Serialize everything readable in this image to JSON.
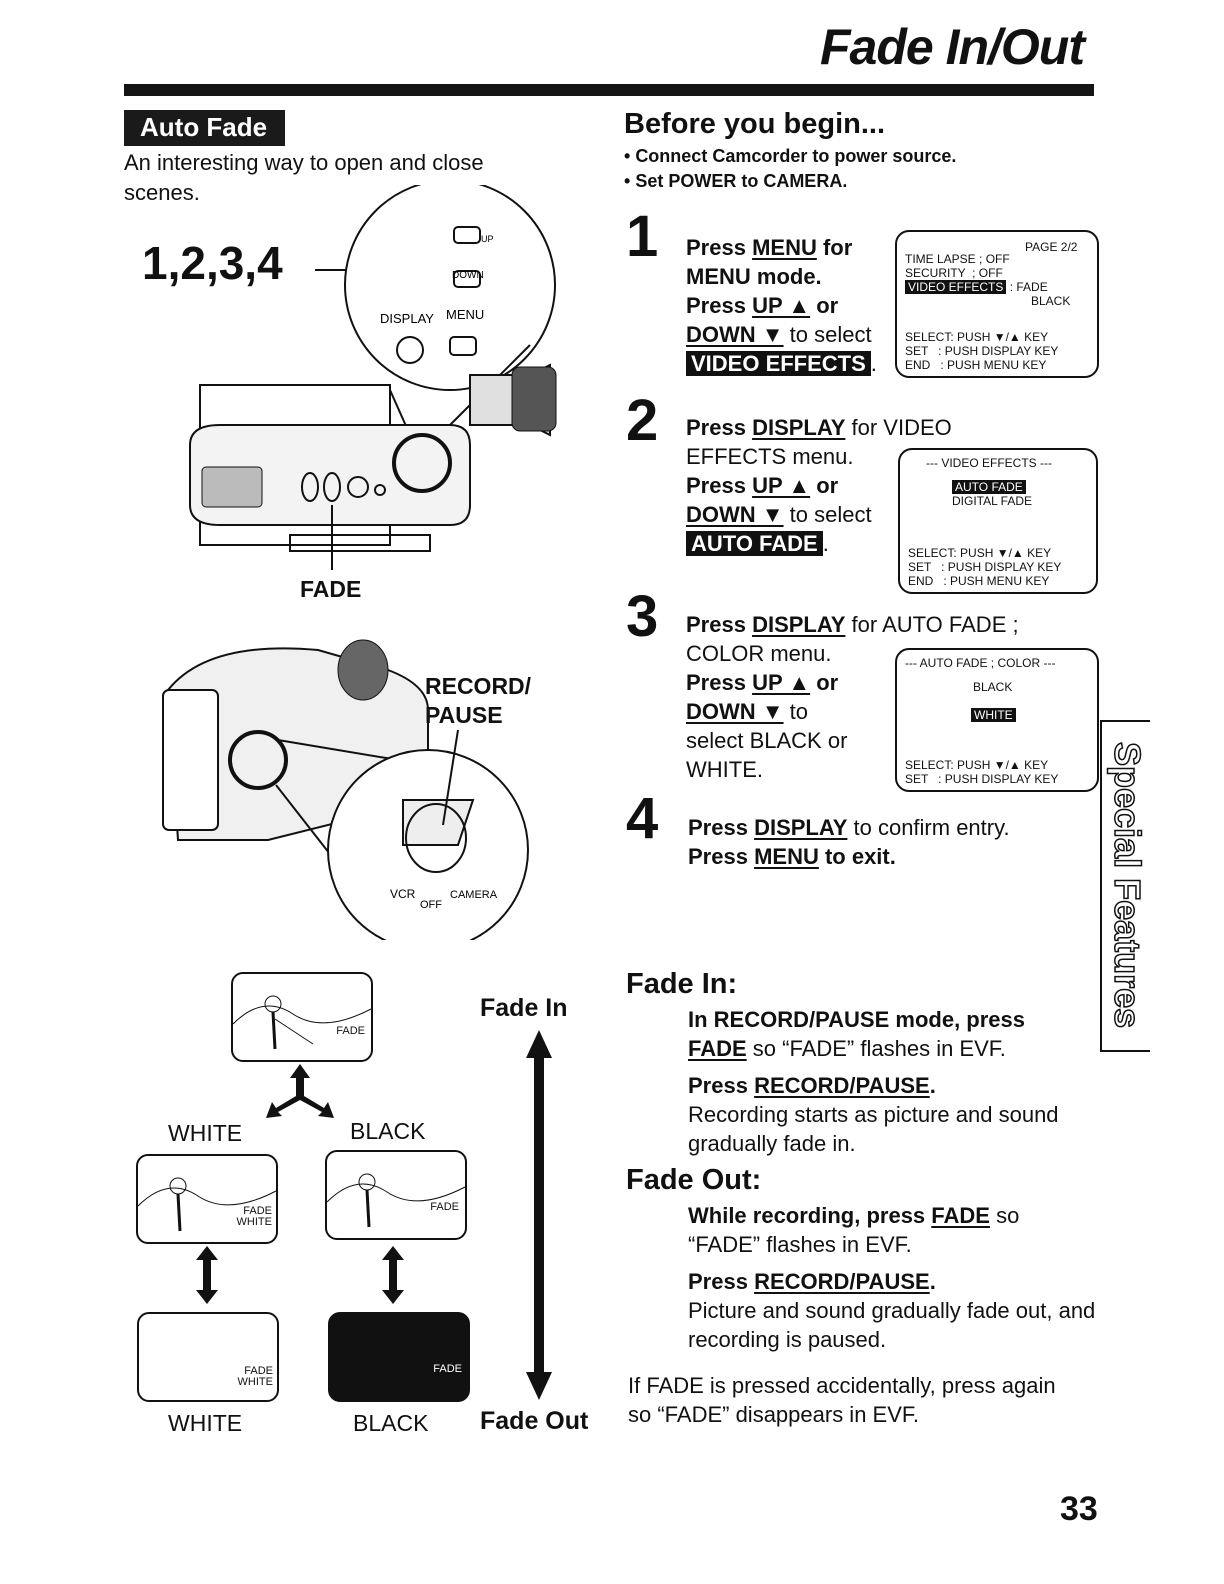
{
  "title": "Fade In/Out",
  "auto_fade": {
    "tag": "Auto Fade",
    "intro": "An interesting way to open and close scenes.",
    "steps_label": "1,2,3,4",
    "fade_label": "FADE",
    "record_pause_label_1": "RECORD/",
    "record_pause_label_2": "PAUSE",
    "camera_buttons": {
      "up": "UP",
      "down": "DOWN",
      "display": "DISPLAY",
      "menu": "MENU"
    },
    "switch_labels": {
      "vcr": "VCR",
      "off": "OFF",
      "camera": "CAMERA"
    }
  },
  "before": {
    "heading": "Before you begin...",
    "bullets": [
      "Connect Camcorder to power source.",
      "Set POWER to CAMERA."
    ]
  },
  "steps": [
    {
      "num": "1",
      "menu_screen": [
        "PAGE 2/2",
        "TIME LAPSE ; OFF",
        "SECURITY  ; OFF",
        "VIDEO EFFECTS",
        ": FADE",
        "BLACK",
        "SELECT: PUSH ▼/▲ KEY",
        "SET   : PUSH DISPLAY KEY",
        "END   : PUSH MENU KEY"
      ]
    },
    {
      "num": "2",
      "menu_screen": [
        "--- VIDEO EFFECTS ---",
        "AUTO FADE",
        "DIGITAL FADE",
        "SELECT: PUSH ▼/▲ KEY",
        "SET   : PUSH DISPLAY KEY",
        "END   : PUSH MENU KEY"
      ]
    },
    {
      "num": "3",
      "menu_screen": [
        "--- AUTO FADE ; COLOR ---",
        "BLACK",
        "WHITE",
        "SELECT: PUSH ▼/▲ KEY",
        "SET   : PUSH DISPLAY KEY"
      ]
    },
    {
      "num": "4"
    }
  ],
  "step_text": {
    "s1": [
      "Press ",
      "MENU",
      " for",
      "MENU mode.",
      "Press ",
      "UP ▲",
      " or",
      "DOWN ▼",
      " to select",
      "VIDEO EFFECTS",
      "."
    ],
    "s2": [
      "Press ",
      "DISPLAY",
      " for VIDEO",
      "EFFECTS menu.",
      "Press ",
      "UP ▲",
      " or",
      "DOWN ▼",
      " to select",
      "AUTO FADE",
      "."
    ],
    "s3": [
      "Press ",
      "DISPLAY",
      " for AUTO FADE ;",
      "COLOR menu.",
      "Press ",
      "UP ▲",
      " or",
      "DOWN ▼",
      " to",
      "select BLACK or",
      "WHITE."
    ],
    "s4": [
      "Press ",
      "DISPLAY",
      " to confirm entry.",
      "Press ",
      "MENU",
      " to exit."
    ]
  },
  "diagram": {
    "fade_in": "Fade In",
    "fade_out": "Fade Out",
    "white": "WHITE",
    "black": "BLACK",
    "frame_fade": "FADE",
    "frame_fade_white": "FADE\nWHITE",
    "frame_fade_white_2": "FADE\nWHITE"
  },
  "fade_in": {
    "heading": "Fade In:",
    "p1": [
      "In RECORD/PAUSE mode, press",
      "FADE",
      " so “FADE” flashes in EVF."
    ],
    "p2_head": [
      "Press ",
      "RECORD/PAUSE",
      "."
    ],
    "p2_body": "Recording starts as picture and sound gradually fade in."
  },
  "fade_out": {
    "heading": "Fade Out:",
    "p1": [
      "While recording, press ",
      "FADE",
      " so",
      "“FADE” flashes in EVF."
    ],
    "p2_head": [
      "Press ",
      "RECORD/PAUSE",
      "."
    ],
    "p2_body": "Picture and sound gradually fade out, and recording is paused."
  },
  "note": "If FADE is pressed accidentally, press again so “FADE” disappears in EVF.",
  "side_tab": "Special Features",
  "page_number": "33"
}
